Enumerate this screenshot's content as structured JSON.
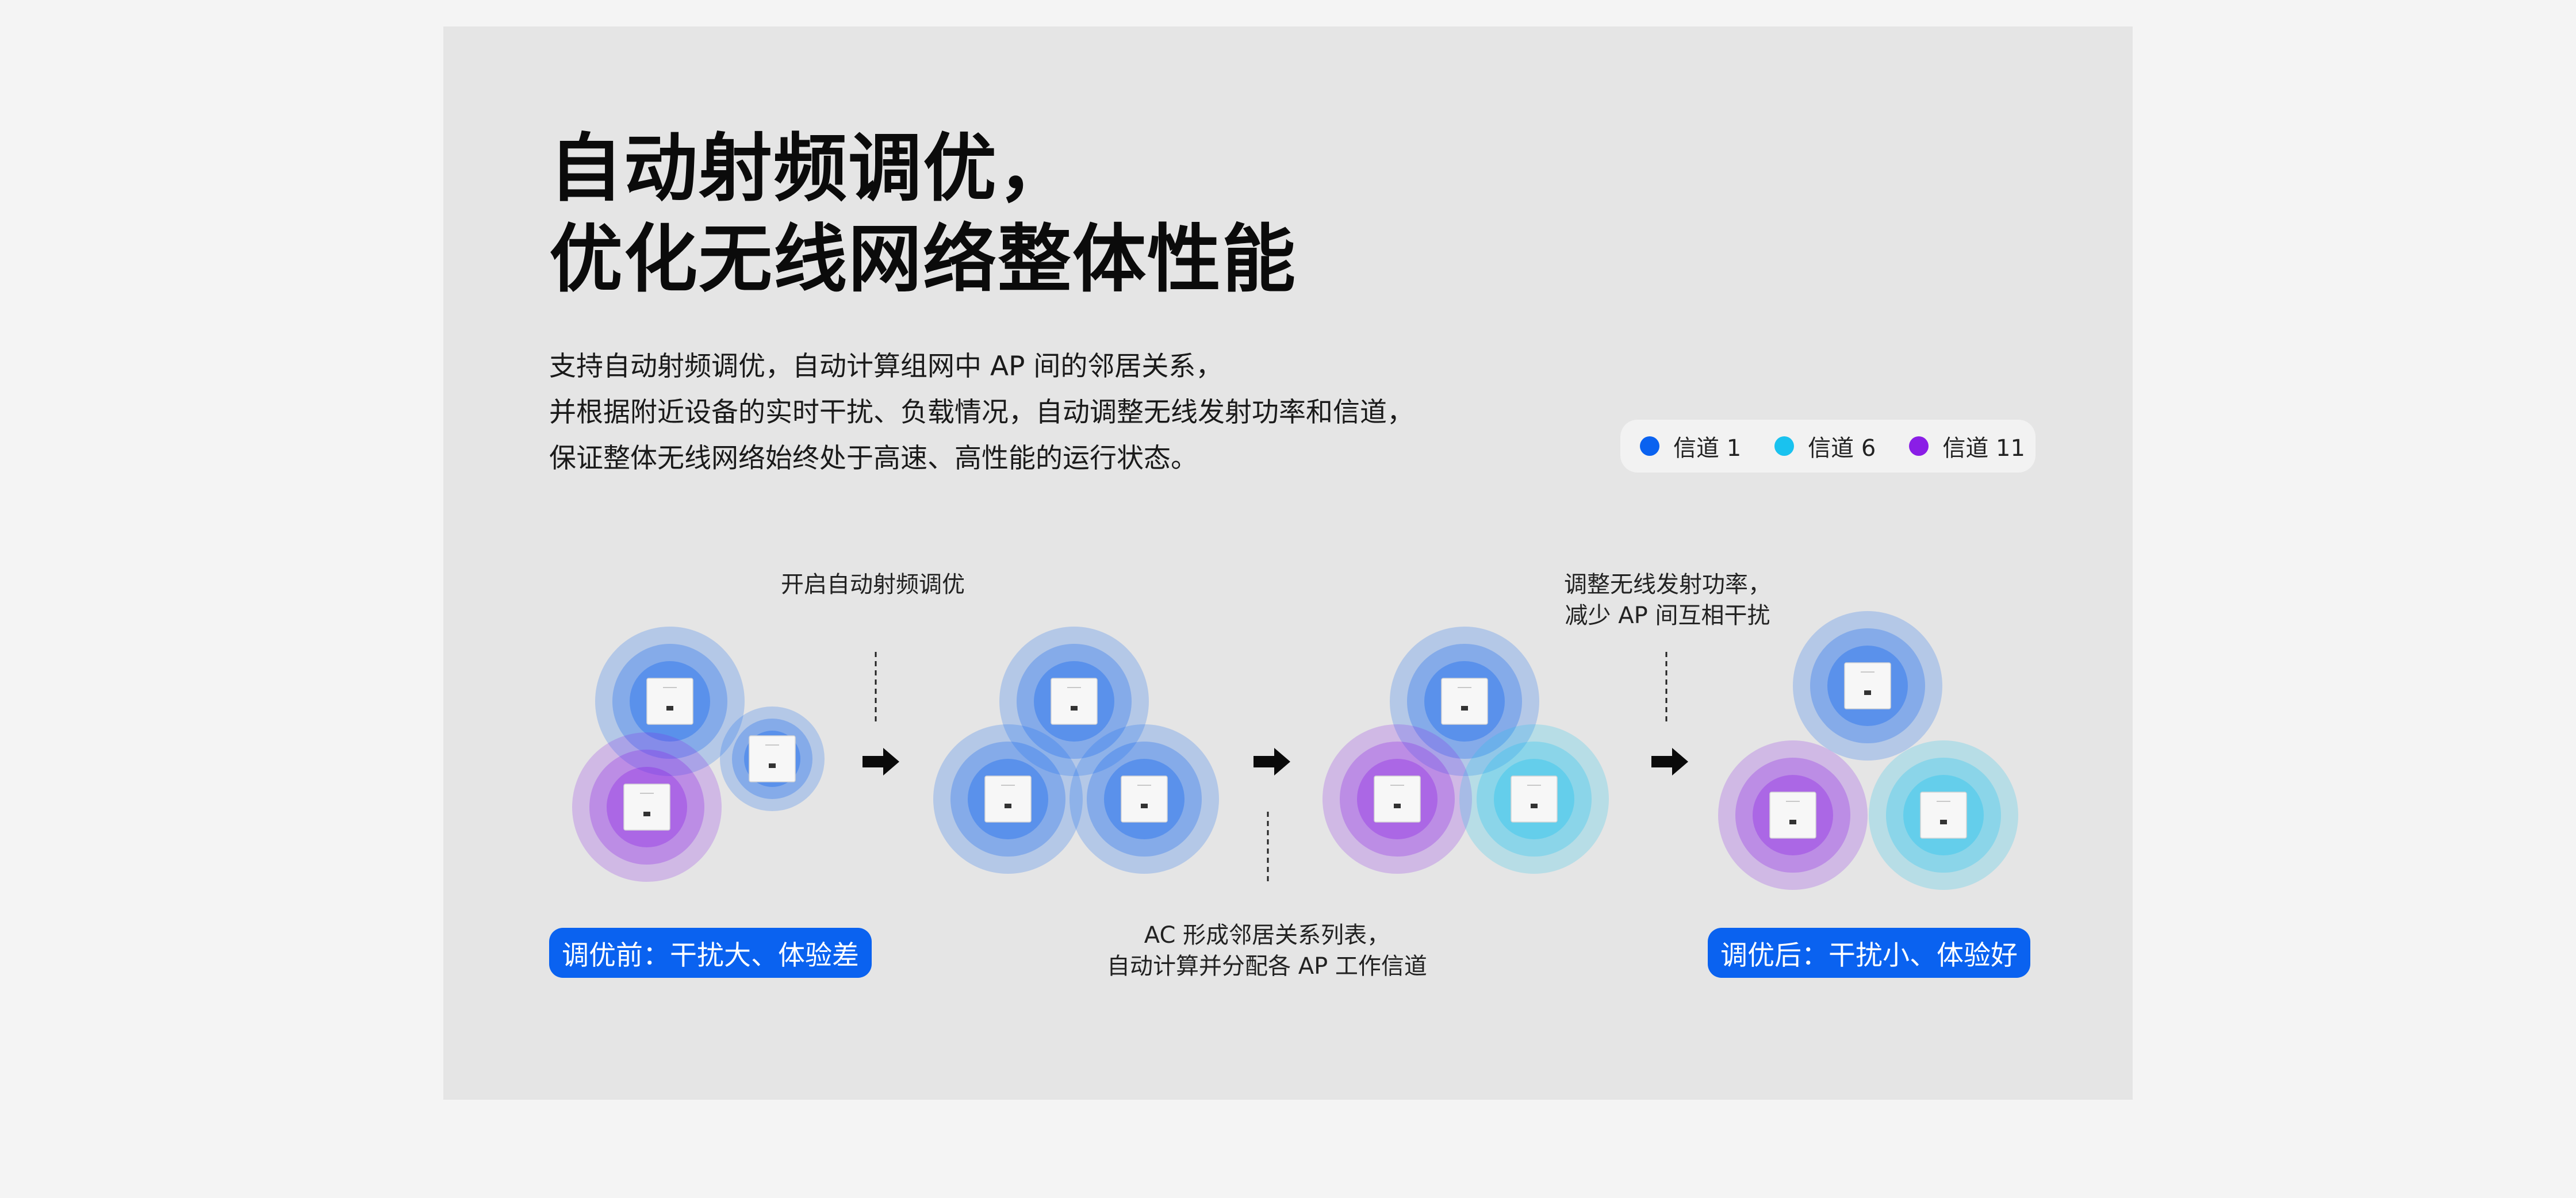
{
  "title": {
    "line1": "自动射频调优，",
    "line2": "优化无线网络整体性能"
  },
  "description": [
    "支持自动射频调优，自动计算组网中 AP 间的邻居关系，",
    "并根据附近设备的实时干扰、负载情况，自动调整无线发射功率和信道，",
    "保证整体无线网络始终处于高速、高性能的运行状态。"
  ],
  "legend": [
    {
      "label": "信道 1",
      "color": "#0a62f0"
    },
    {
      "label": "信道 6",
      "color": "#19c2ef"
    },
    {
      "label": "信道 11",
      "color": "#8a1ee6"
    }
  ],
  "notes": {
    "step1": "开启自动射频调优",
    "step2": [
      "AC 形成邻居关系列表，",
      "自动计算并分配各 AP 工作信道"
    ],
    "step3": [
      "调整无线发射功率，",
      "减少 AP 间互相干扰"
    ]
  },
  "badges": {
    "before": "调优前：干扰大、体验差",
    "after": "调优后：干扰小、体验好"
  },
  "channel_colors": {
    "blue": "#0a62f0",
    "cyan": "#19c2ef",
    "purple": "#8a1ee6"
  },
  "stages": [
    {
      "aps": [
        {
          "channel": "blue",
          "strength": "full"
        },
        {
          "channel": "blue",
          "strength": "reduced"
        },
        {
          "channel": "purple",
          "strength": "full"
        }
      ]
    },
    {
      "aps": [
        {
          "channel": "blue",
          "strength": "full"
        },
        {
          "channel": "blue",
          "strength": "full"
        },
        {
          "channel": "blue",
          "strength": "full"
        }
      ]
    },
    {
      "aps": [
        {
          "channel": "blue",
          "strength": "full"
        },
        {
          "channel": "purple",
          "strength": "full"
        },
        {
          "channel": "cyan",
          "strength": "full"
        }
      ]
    },
    {
      "aps": [
        {
          "channel": "blue",
          "strength": "full"
        },
        {
          "channel": "purple",
          "strength": "full"
        },
        {
          "channel": "cyan",
          "strength": "full"
        }
      ]
    }
  ]
}
